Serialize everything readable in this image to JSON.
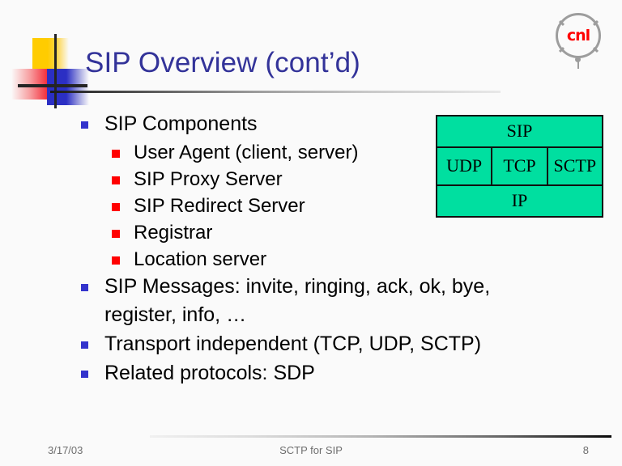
{
  "slide": {
    "title": "SIP Overview (cont’d)",
    "background_color": "#FAFAFA",
    "title_color": "#333399"
  },
  "logo": {
    "wordmark": "cnl",
    "wordmark_color": "#FF0000",
    "outline_color": "#9D9D9D"
  },
  "decoration": {
    "yellow": "#FFCC00",
    "red": "#F32735",
    "blue": "#2B2FC4",
    "rule": "#242424"
  },
  "content": {
    "bullet_color_level1": "#3333CC",
    "bullet_color_level2": "#FF0000",
    "items": [
      {
        "level": 1,
        "text": "SIP Components"
      },
      {
        "level": 2,
        "text": "User Agent (client, server)"
      },
      {
        "level": 2,
        "text": "SIP Proxy Server"
      },
      {
        "level": 2,
        "text": "SIP Redirect Server"
      },
      {
        "level": 2,
        "text": "Registrar"
      },
      {
        "level": 2,
        "text": "Location server"
      },
      {
        "level": 1,
        "text": "SIP Messages: invite, ringing, ack, ok, bye, register, info, …"
      },
      {
        "level": 1,
        "text": "Transport independent (TCP, UDP, SCTP)"
      },
      {
        "level": 1,
        "text": "Related protocols: SDP"
      }
    ]
  },
  "protocol_stack": {
    "fill_color": "#00DFA0",
    "border_color": "#101010",
    "top_layer": "SIP",
    "transport_layers": [
      "UDP",
      "TCP",
      "SCTP"
    ],
    "bottom_layer": "IP"
  },
  "footer": {
    "date": "3/17/03",
    "center": "SCTP for SIP",
    "page_number": "8",
    "text_color": "#6E6E6E"
  }
}
